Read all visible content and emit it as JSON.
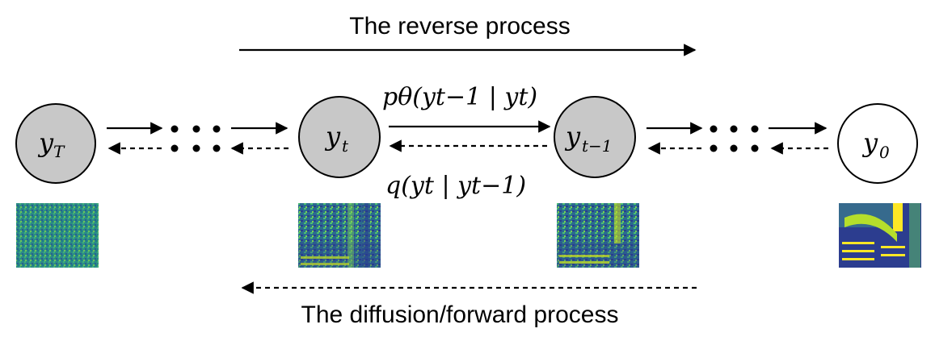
{
  "diagram": {
    "top_label": "The reverse process",
    "bottom_label": "The diffusion/forward process",
    "reverse_equation": "pθ(yt−1 | yt)",
    "forward_equation": "q(yt | yt−1)",
    "nodes": [
      {
        "name": "y_T",
        "base": "y",
        "sub": "T",
        "fill": "#c8c8c8"
      },
      {
        "name": "y_t",
        "base": "y",
        "sub": "t",
        "fill": "#c8c8c8"
      },
      {
        "name": "y_t-1",
        "base": "y",
        "sub": "t−1",
        "fill": "#c8c8c8"
      },
      {
        "name": "y_0",
        "base": "y",
        "sub": "0",
        "fill": "#ffffff"
      }
    ],
    "colors": {
      "spectrogram_dark": "#2a3b8f",
      "spectrogram_mid": "#22a186",
      "spectrogram_bright": "#fde725",
      "node_gray": "#c8c8c8"
    }
  }
}
